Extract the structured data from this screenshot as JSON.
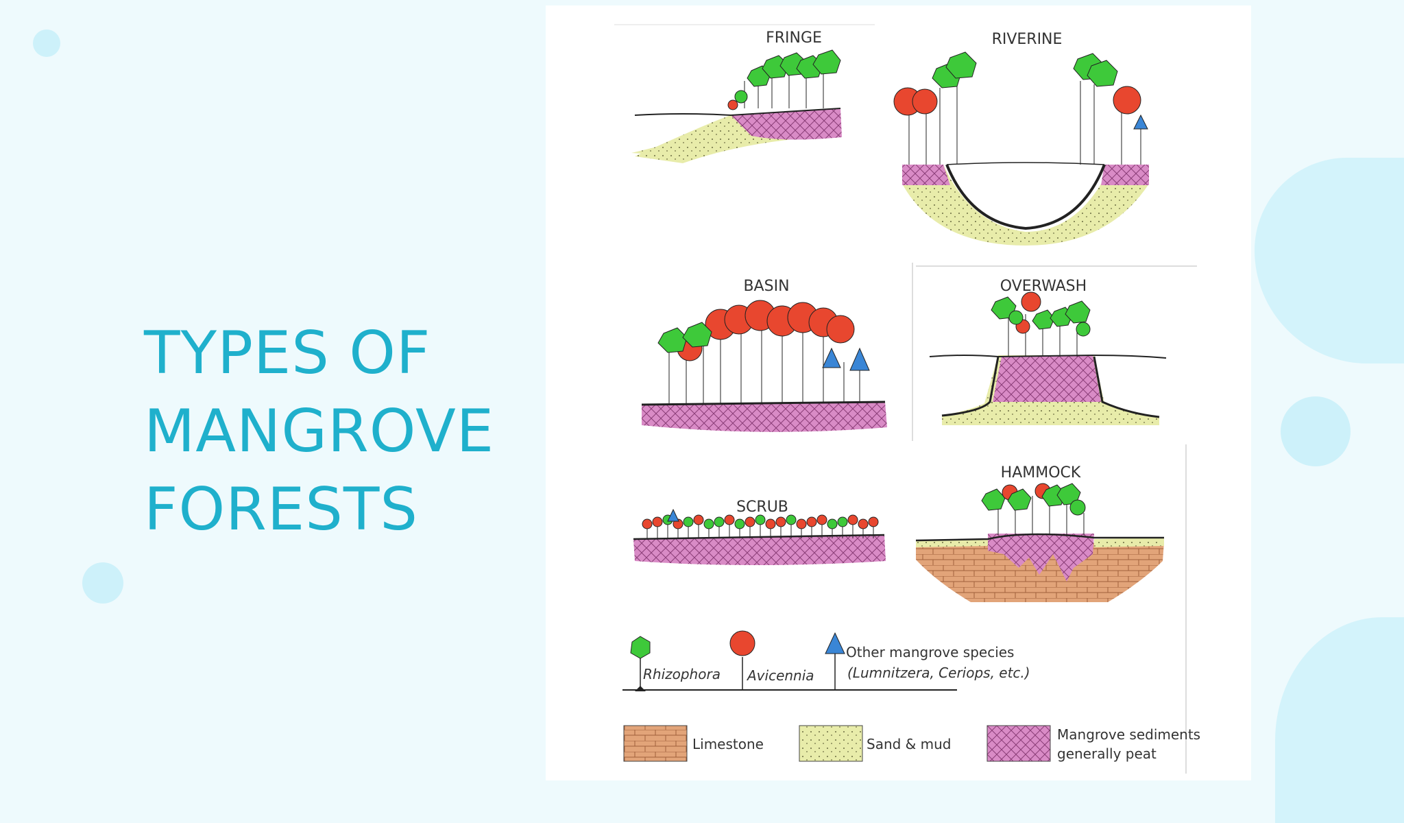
{
  "slide": {
    "title_lines": [
      "TYPES OF",
      "MANGROVE",
      "FORESTS"
    ],
    "colors": {
      "title": "#1fb0cc",
      "background": "#eefafd",
      "accent_blob": "#d3f3fb"
    }
  },
  "diagram": {
    "panels": [
      {
        "id": "fringe",
        "label": "FRINGE"
      },
      {
        "id": "riverine",
        "label": "RIVERINE"
      },
      {
        "id": "basin",
        "label": "BASIN"
      },
      {
        "id": "overwash",
        "label": "OVERWASH"
      },
      {
        "id": "scrub",
        "label": "SCRUB"
      },
      {
        "id": "hammock",
        "label": "HAMMOCK"
      }
    ],
    "tree_legend": [
      {
        "name": "Rhizophora",
        "icon": "green-hexagon-icon",
        "color": "#3ec93a"
      },
      {
        "name": "Avicennia",
        "icon": "red-circle-icon",
        "color": "#e8472f"
      },
      {
        "name": "Other mangrove species",
        "detail": "(Lumnitzera, Ceriops, etc.)",
        "icon": "blue-triangle-icon",
        "color": "#3a86d6"
      }
    ],
    "substrate_legend": [
      {
        "name": "Limestone",
        "color": "#e2a479"
      },
      {
        "name": "Sand & mud",
        "color": "#e8ecaa"
      },
      {
        "name_lines": [
          "Mangrove sediments",
          "generally peat"
        ],
        "color": "#d98bc6"
      }
    ]
  }
}
